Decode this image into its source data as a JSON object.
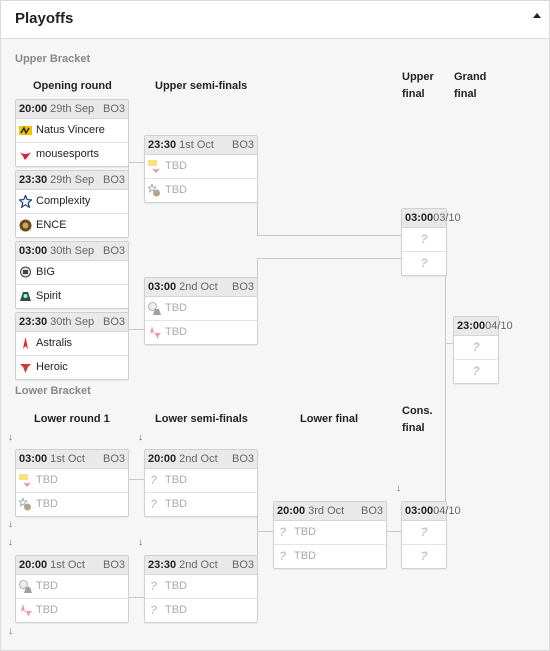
{
  "header": {
    "title": "Playoffs"
  },
  "upper": {
    "title": "Upper Bracket",
    "rounds": [
      "Opening round",
      "Upper semi-finals",
      "Upper final",
      "Grand final"
    ]
  },
  "lower": {
    "title": "Lower Bracket",
    "rounds": [
      "Lower round 1",
      "Lower semi-finals",
      "Lower final",
      "Cons. final"
    ]
  },
  "matches": {
    "o1": {
      "time": "20:00",
      "date": "29th Sep",
      "bo": "BO3",
      "t1": "Natus Vincere",
      "t2": "mousesports"
    },
    "o2": {
      "time": "23:30",
      "date": "29th Sep",
      "bo": "BO3",
      "t1": "Complexity",
      "t2": "ENCE"
    },
    "o3": {
      "time": "03:00",
      "date": "30th Sep",
      "bo": "BO3",
      "t1": "BIG",
      "t2": "Spirit"
    },
    "o4": {
      "time": "23:30",
      "date": "30th Sep",
      "bo": "BO3",
      "t1": "Astralis",
      "t2": "Heroic"
    },
    "us1": {
      "time": "23:30",
      "date": "1st Oct",
      "bo": "BO3",
      "t1": "TBD",
      "t2": "TBD"
    },
    "us2": {
      "time": "03:00",
      "date": "2nd Oct",
      "bo": "BO3",
      "t1": "TBD",
      "t2": "TBD"
    },
    "uf": {
      "time": "03:00",
      "date": "03/10"
    },
    "gf": {
      "time": "23:00",
      "date": "04/10"
    },
    "l1": {
      "time": "03:00",
      "date": "1st Oct",
      "bo": "BO3",
      "t1": "TBD",
      "t2": "TBD"
    },
    "l2": {
      "time": "20:00",
      "date": "1st Oct",
      "bo": "BO3",
      "t1": "TBD",
      "t2": "TBD"
    },
    "ls1": {
      "time": "20:00",
      "date": "2nd Oct",
      "bo": "BO3",
      "t1": "TBD",
      "t2": "TBD"
    },
    "ls2": {
      "time": "23:30",
      "date": "2nd Oct",
      "bo": "BO3",
      "t1": "TBD",
      "t2": "TBD"
    },
    "lf": {
      "time": "20:00",
      "date": "3rd Oct",
      "bo": "BO3",
      "t1": "TBD",
      "t2": "TBD"
    },
    "cf": {
      "time": "03:00",
      "date": "04/10"
    }
  },
  "placeholder": "?",
  "arrow_glyph": "↓",
  "icons": {
    "navi": "navi-logo-icon",
    "mouz": "mouz-logo-icon",
    "complexity": "complexity-star-icon",
    "ence": "ence-logo-icon",
    "big": "big-logo-icon",
    "spirit": "spirit-logo-icon",
    "astralis": "astralis-logo-icon",
    "heroic": "heroic-logo-icon"
  },
  "colors": {
    "header_bg": "#e9e9e9",
    "panel_bg": "#f6f6f6",
    "line": "#c9c9c9",
    "tbd": "#aaaaaa"
  }
}
